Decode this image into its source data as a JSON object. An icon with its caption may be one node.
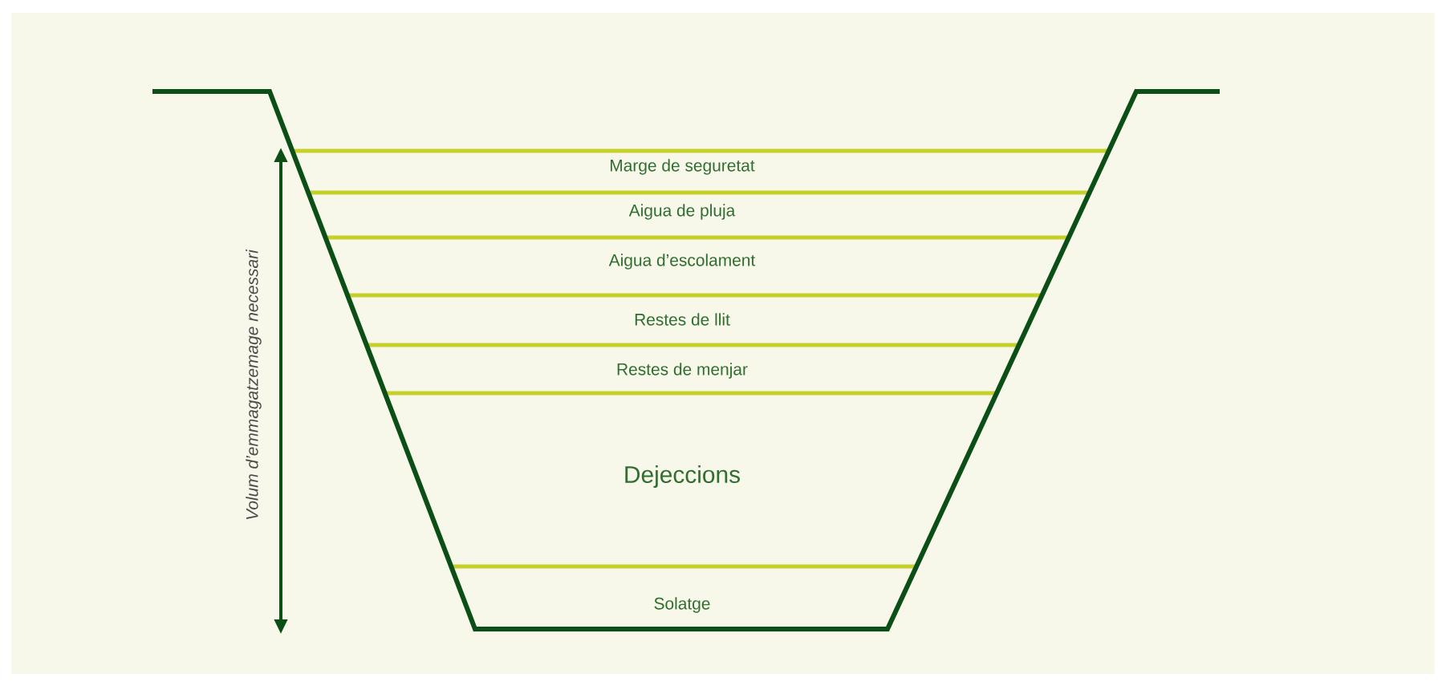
{
  "diagram": {
    "labels": [
      "Marge de seguretat",
      "Aigua de pluja",
      "Aigua d’escolament",
      "Restes de llit",
      "Restes de menjar",
      "Dejeccions",
      "Solatge",
      "Volum d’emmagatzemage necessari"
    ]
  }
}
